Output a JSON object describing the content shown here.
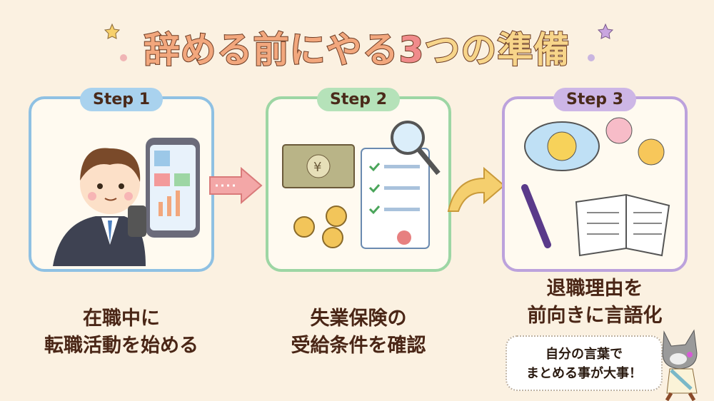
{
  "title": {
    "part1": "辞める前にやる",
    "part2": "3",
    "part3": "つの準備"
  },
  "steps": [
    {
      "badge": "Step 1",
      "caption_line1": "在職中に",
      "caption_line2": "転職活動を始める",
      "color": "#8fc1e3"
    },
    {
      "badge": "Step 2",
      "caption_line1": "失業保険の",
      "caption_line2": "受給条件を確認",
      "color": "#9dd6a4"
    },
    {
      "badge": "Step 3",
      "caption_line1": "退職理由を",
      "caption_line2": "前向きに言語化",
      "color": "#bca2dc"
    }
  ],
  "bubble": {
    "line1": "自分の言葉で",
    "line2": "まとめる事が大事！"
  },
  "colors": {
    "background": "#fbf1e1",
    "arrow_pink": "#f3a7a7",
    "arrow_yellow": "#f5cf6e"
  }
}
